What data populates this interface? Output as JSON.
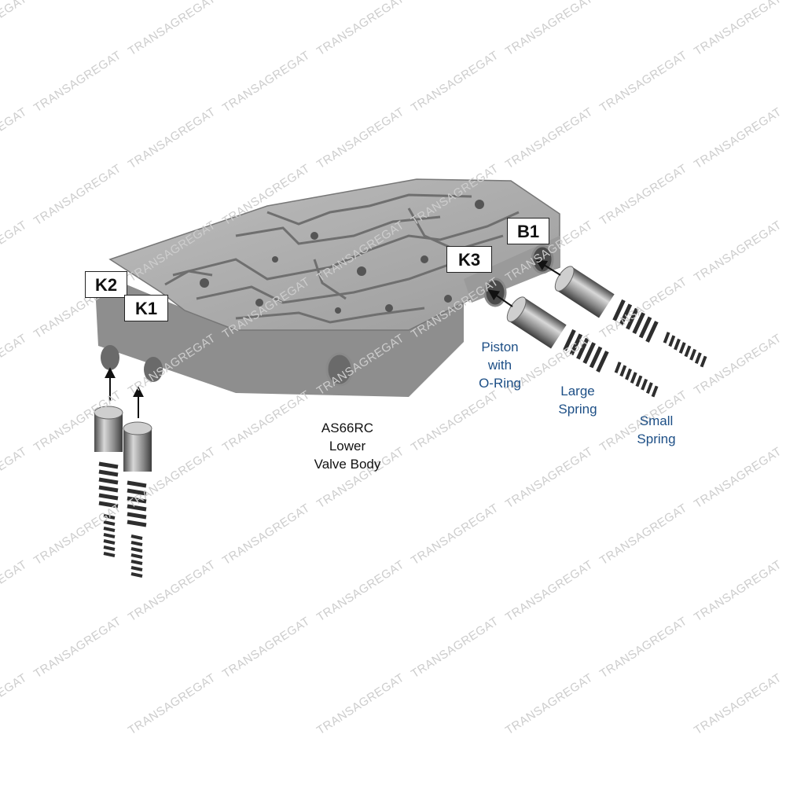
{
  "watermark": "TRANSAGREGAT",
  "tags": {
    "b1": "B1",
    "k3": "K3",
    "k2": "K2",
    "k1": "K1"
  },
  "labels": {
    "valve_body": {
      "line1": "AS66RC",
      "line2": "Lower",
      "line3": "Valve Body"
    },
    "piston": {
      "line1": "Piston",
      "line2": "with",
      "line3": "O-Ring"
    },
    "large_spring": {
      "line1": "Large",
      "line2": "Spring"
    },
    "small_spring": {
      "line1": "Small",
      "line2": "Spring"
    }
  },
  "colors": {
    "label_blue": "#1d4f86",
    "label_black": "#111111",
    "casting_gray": "#a9a9a9",
    "watermark_gray": "#cdcdcd"
  }
}
